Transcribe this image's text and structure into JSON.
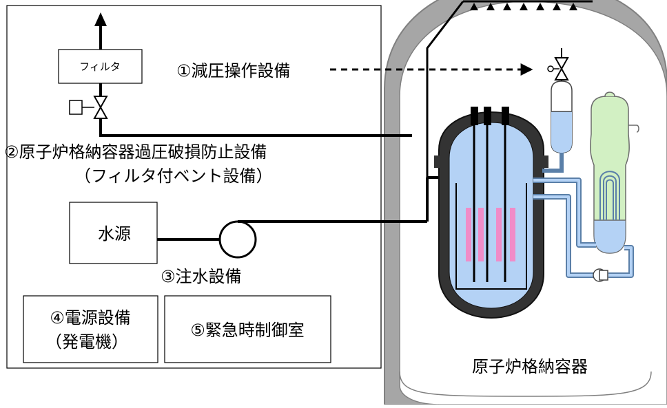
{
  "labels": {
    "filter": "フィルタ",
    "depressurization": "①減圧操作設備",
    "vent_title": "②原子炉格納容器過圧破損防止設備",
    "vent_subtitle": "（フィルタ付ベント設備）",
    "water_source": "水源",
    "injection": "③注水設備",
    "power_title": "④電源設備",
    "power_subtitle": "（発電機）",
    "control_room": "⑤緊急時制御室",
    "containment": "原子炉格納容器"
  },
  "colors": {
    "containment_wall": "#a6a6a6",
    "reactor_vessel": "#333333",
    "coolant": "#b4d2f5",
    "coolant_deep": "#8fb8ee",
    "fuel_rods": "#f08cc8",
    "steam_generator": "#d2f0c3",
    "line": "#000000"
  }
}
